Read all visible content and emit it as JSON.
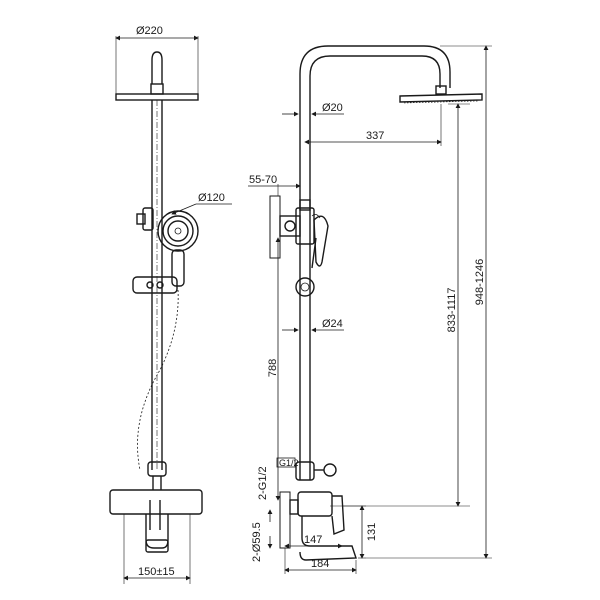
{
  "dimensions": {
    "head_diameter": "Ø220",
    "hand_diameter": "Ø120",
    "spacing_width": "150±15",
    "pipe_diameter_top": "Ø20",
    "arm_length": "337",
    "wall_offset": "55-70",
    "pipe_diameter_mid": "Ø24",
    "rail_height": "788",
    "head_height_inner": "833-1117",
    "head_height_outer": "948-1246",
    "thread_upper": "2-G1/2",
    "thread_lower": "2-Ø59.5",
    "body_depth": "147",
    "spout_depth": "184",
    "spout_height": "131",
    "small_label": "G1/2"
  },
  "colors": {
    "line": "#1a1a1a",
    "background": "#ffffff"
  }
}
